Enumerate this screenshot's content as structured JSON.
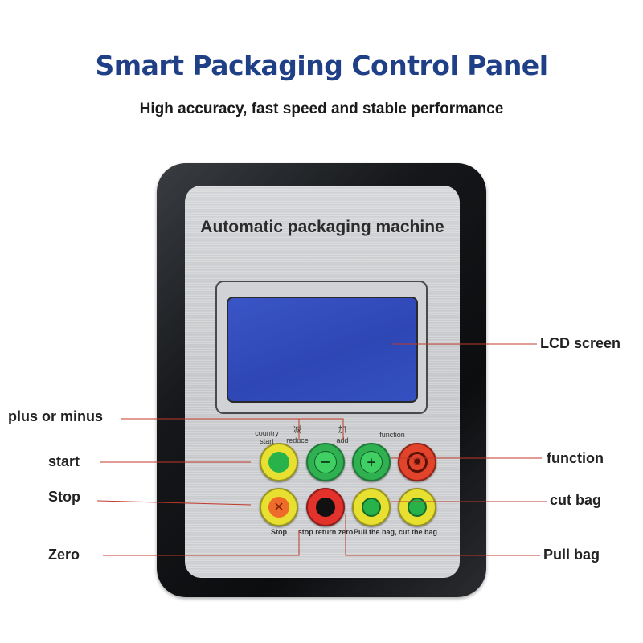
{
  "header": {
    "title": "Smart Packaging Control Panel",
    "subtitle": "High accuracy, fast speed and stable performance"
  },
  "panel": {
    "machine_name": "Automatic packaging machine",
    "labels": {
      "country_start": "country\nstart",
      "reduce_cn": "减",
      "reduce": "reduce",
      "add_cn": "加",
      "add": "add",
      "function": "function",
      "stop": "Stop",
      "stop_return_zero": "stop return zero",
      "pull_cut": "Pull the bag, cut the bag"
    }
  },
  "callouts": {
    "lcd_screen": "LCD screen",
    "plus_or_minus": "plus or minus",
    "start": "start",
    "stop": "Stop",
    "zero": "Zero",
    "function": "function",
    "cut_bag": "cut bag",
    "pull_bag": "Pull bag"
  },
  "colors": {
    "title": "#1f3f86",
    "callout_line": "#c0392b",
    "lcd": "#2e47b5"
  }
}
